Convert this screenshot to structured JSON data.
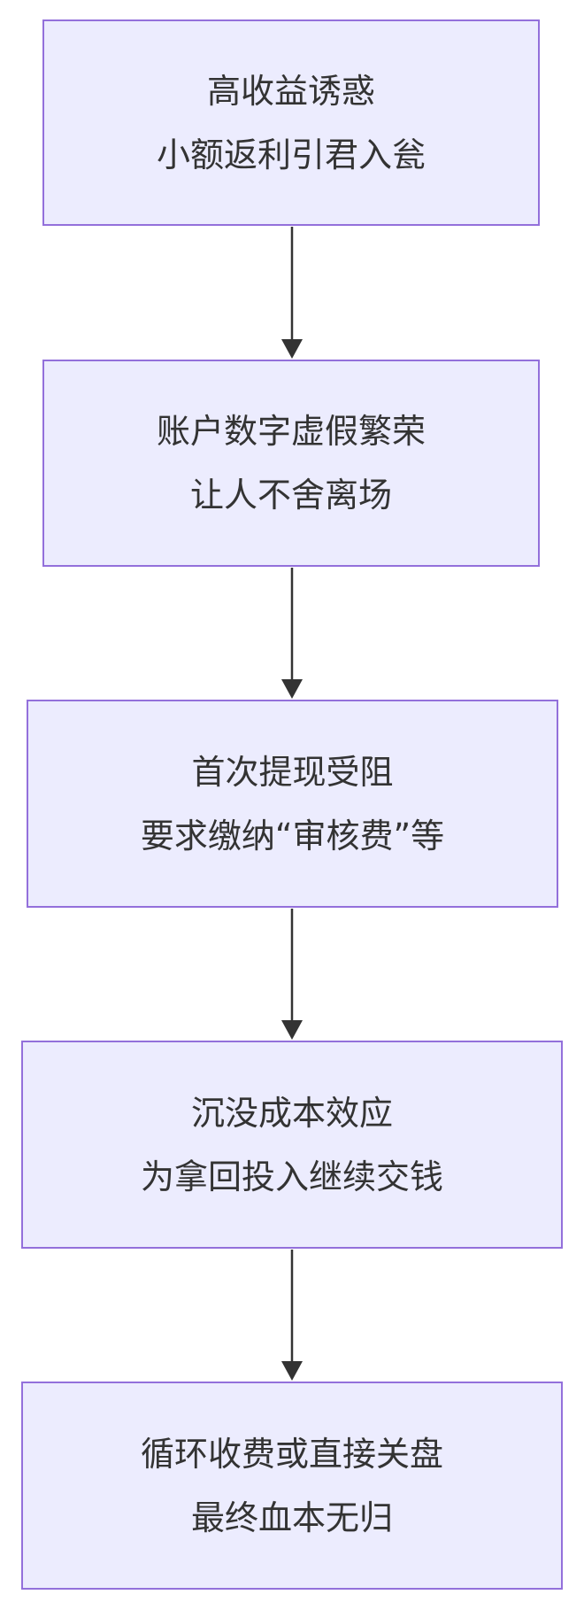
{
  "nodes": [
    {
      "lines": [
        "高收益诱惑",
        "小额返利引君入瓮"
      ]
    },
    {
      "lines": [
        "账户数字虚假繁荣",
        "让人不舍离场"
      ]
    },
    {
      "lines": [
        "首次提现受阻",
        "要求缴纳“审核费”等"
      ]
    },
    {
      "lines": [
        "沉没成本效应",
        "为拿回投入继续交钱"
      ]
    },
    {
      "lines": [
        "循环收费或直接关盘",
        "最终血本无归"
      ]
    }
  ],
  "colors": {
    "node_fill": "#ececfe",
    "node_border": "#9370db",
    "text": "#333333",
    "arrow": "#333333"
  }
}
